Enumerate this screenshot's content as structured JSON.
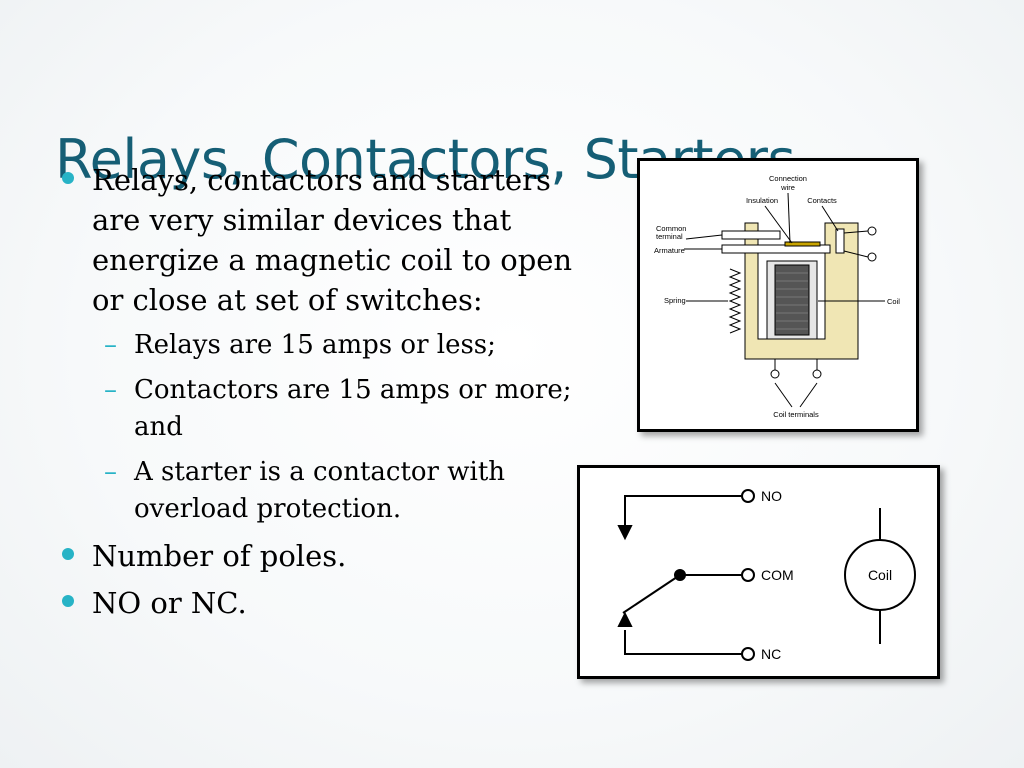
{
  "title": "Relays, Contactors, Starters",
  "bullets": {
    "main": "Relays, contactors and starters are very similar devices that energize a magnetic coil to open or close at set of switches:",
    "subs": [
      "Relays are 15 amps or less;",
      "Contactors are 15 amps or more; and",
      "A starter is a contactor with overload protection."
    ],
    "poles": "Number of poles.",
    "no_nc": "NO or NC."
  },
  "relay_diagram": {
    "connection_wire": [
      "Connection",
      "wire"
    ],
    "insulation": "Insulation",
    "contacts": "Contacts",
    "common_terminal": [
      "Common",
      "terminal"
    ],
    "armature": "Armature",
    "spring": "Spring",
    "coil": "Coil",
    "coil_terminals": "Coil terminals"
  },
  "schematic": {
    "no": "NO",
    "com": "COM",
    "nc": "NC",
    "coil": "Coil"
  },
  "colors": {
    "title": "#155e75",
    "accent": "#27b3c6",
    "frame": "#f0e6b4",
    "insulation": "#c8a400"
  }
}
